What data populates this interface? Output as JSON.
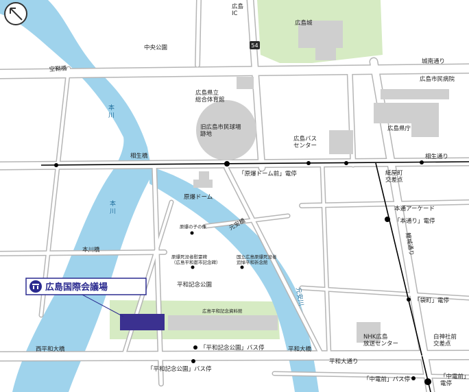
{
  "map": {
    "colors": {
      "water": "#9fd3ec",
      "park": "#d6ebc3",
      "road_fill": "#ffffff",
      "road_edge": "#b5b5b5",
      "building": "#cfcfcf",
      "tram": "#000000",
      "venue": "#3b3190",
      "venue_text": "#2a2a8f",
      "route_marker": "#2a2a2a"
    },
    "compass_icon": "north-arrow-icon",
    "highway_route": "54",
    "venue_label": "広島国際会議場",
    "venue_icon": "conference-hall-icon",
    "labels": {
      "hiroshima_ic": "広島\nIC",
      "hiroshima_castle": "広島城",
      "chuo_park": "中央公園",
      "jonan_dori": "城南通り",
      "hiroshima_city_hospital": "広島市民病院",
      "sorasaya_bridge": "空鞘橋",
      "prefectural_gym": "広島県立\n総合体育館",
      "old_stadium_site": "旧広島市民球場\n跡地",
      "bus_center": "広島バス\nセンター",
      "prefectural_office": "広島県庁",
      "aioi_bridge": "相生橋",
      "aioi_dori": "相生通り",
      "genbaku_dome_mae_stop": "「原爆ドーム前」電停",
      "kamiyacho_crossing": "紙屋町\n交差点",
      "atomic_bomb_dome": "原爆ドーム",
      "hondori_arcade": "本通アーケード",
      "hondori_stop": "「本通り」電停",
      "honkawa_upper": "本\n川",
      "honkawa_lower": "本\n川",
      "motoyasu_bridge": "元安橋",
      "childrens_monument": "原爆の子の像",
      "honkawa_bridge": "本川橋",
      "memorial_cenotaph": "原爆死没者慰霊碑\n（広島平和都市記念碑）",
      "memorial_hall": "国立広島原爆死没者\n追悼平和祈念館",
      "rijo_dori": "鯉城通り",
      "peace_park": "平和記念公園",
      "motoyasu_river": "元安川",
      "fukuromachi_stop": "「袋町」電停",
      "peace_museum": "広島平和記念資料館",
      "nishi_heiwa_bridge": "西平和大橋",
      "heiwa_bridge": "平和大橋",
      "peace_park_bus_stop_1": "「平和記念公園」バス停",
      "nhk_hiroshima": "NHK広島\n放送センター",
      "hakushima_crossing": "白神社前\n交差点",
      "heiwa_odori": "平和大通り",
      "peace_park_bus_stop_2": "「平和記念公園」バス停",
      "chuden_mae_bus_stop": "「中電前」バス停",
      "chuden_mae_stop": "「中電前」\n電停"
    }
  }
}
